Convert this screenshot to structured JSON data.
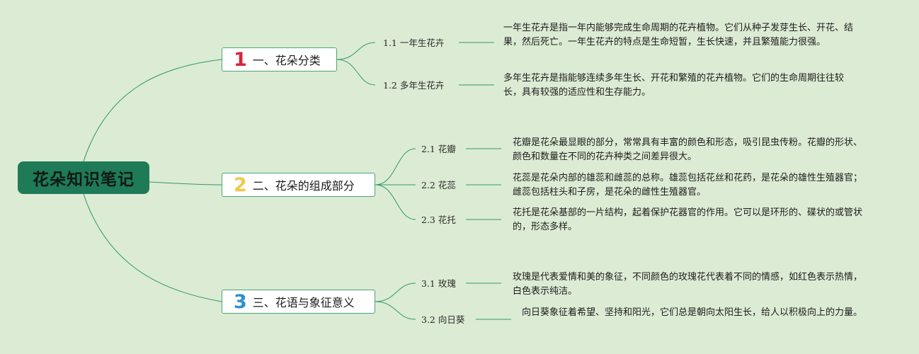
{
  "root": {
    "title": "花朵知识笔记"
  },
  "branches": [
    {
      "number": "1",
      "number_color": "#d6253c",
      "label": "一、花朵分类",
      "children": [
        {
          "label": "1.1 一年生花卉",
          "note": "一年生花卉是指一年内能够完成生命周期的花卉植物。它们从种子发芽生长、开花、结果，然后死亡。一年生花卉的特点是生命短暂，生长快速，并且繁殖能力很强。"
        },
        {
          "label": "1.2 多年生花卉",
          "note": "多年生花卉是指能够连续多年生长、开花和繁殖的花卉植物。它们的生命周期往往较长，具有较强的适应性和生存能力。"
        }
      ]
    },
    {
      "number": "2",
      "number_color": "#f2c94c",
      "label": "二、花朵的组成部分",
      "children": [
        {
          "label": "2.1 花瓣",
          "note": "花瓣是花朵最显眼的部分，常常具有丰富的颜色和形态，吸引昆虫传粉。花瓣的形状、颜色和数量在不同的花卉种类之间差异很大。"
        },
        {
          "label": "2.2 花蕊",
          "note": "花蕊是花朵内部的雄蕊和雌蕊的总称。雄蕊包括花丝和花药，是花朵的雄性生殖器官；雌蕊包括柱头和子房，是花朵的雌性生殖器官。"
        },
        {
          "label": "2.3 花托",
          "note": "花托是花朵基部的一片结构，起着保护花器官的作用。它可以是环形的、碟状的或管状的，形态多样。"
        }
      ]
    },
    {
      "number": "3",
      "number_color": "#2d8fd5",
      "label": "三、花语与象征意义",
      "children": [
        {
          "label": "3.1 玫瑰",
          "note": "玫瑰是代表爱情和美的象征，不同颜色的玫瑰花代表着不同的情感，如红色表示热情，白色表示纯洁。"
        },
        {
          "label": "3.2 向日葵",
          "note": "向日葵象征着希望、坚持和阳光，它们总是朝向太阳生长，给人以积极向上的力量。"
        }
      ]
    }
  ],
  "colors": {
    "background": "#dcebd4",
    "root_fill": "#1f7a57",
    "connector": "#2f9a6a",
    "branch_border": "#4aa57a"
  }
}
